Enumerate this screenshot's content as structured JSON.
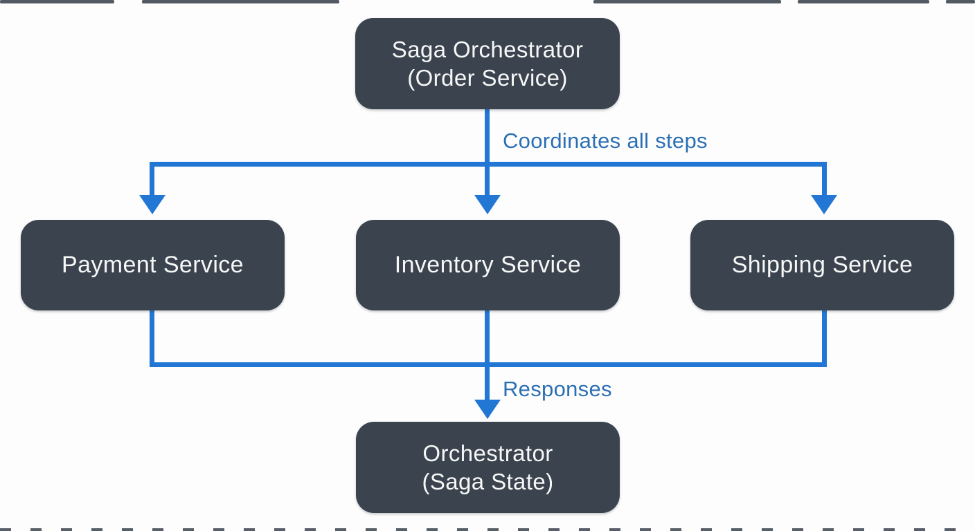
{
  "colors": {
    "background": "#fdfdfd",
    "node_fill": "#3a434e",
    "node_text": "#f6f7f7",
    "connector": "#2277d4",
    "label_text": "#2b6fb3"
  },
  "nodes": {
    "saga_orchestrator": {
      "line1": "Saga Orchestrator",
      "line2": "(Order Service)"
    },
    "payment": {
      "label": "Payment Service"
    },
    "inventory": {
      "label": "Inventory Service"
    },
    "shipping": {
      "label": "Shipping Service"
    },
    "orchestrator_state": {
      "line1": "Orchestrator",
      "line2": "(Saga State)"
    }
  },
  "edge_labels": {
    "coordinates": "Coordinates all steps",
    "responses": "Responses"
  }
}
